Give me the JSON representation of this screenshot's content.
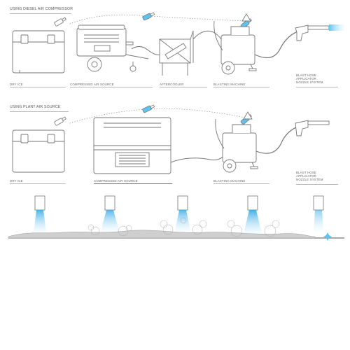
{
  "sections": [
    {
      "title": "USING DIESEL AIR COMPRESSOR",
      "labels": {
        "dry_ice": "DRY ICE",
        "air_source": "COMPRESSED AIR SOURCE",
        "aftercooler": "AFTERCOOLER",
        "blasting_machine": "BLASTING MACHINE",
        "blast_hose": "BLAST HOSE",
        "applicator": "APPLICATOR",
        "nozzle_system": "NOZZLE SYSTEM"
      }
    },
    {
      "title": "USING PLANT AIR SOURCE",
      "labels": {
        "dry_ice": "DRY ICE",
        "air_source": "COMPRESSED AIR SOURCE",
        "blasting_machine": "BLASTING MACHINE",
        "blast_hose": "BLAST HOSE",
        "applicator": "APPLICATOR",
        "nozzle_system": "NOZZLE SYSTEM"
      }
    }
  ],
  "colors": {
    "line": "#7a7a7a",
    "fill": "#ffffff",
    "ice_blue": "#5fc3f0",
    "ice_light": "#cdeefc",
    "dirt": "#9a9a9a"
  }
}
